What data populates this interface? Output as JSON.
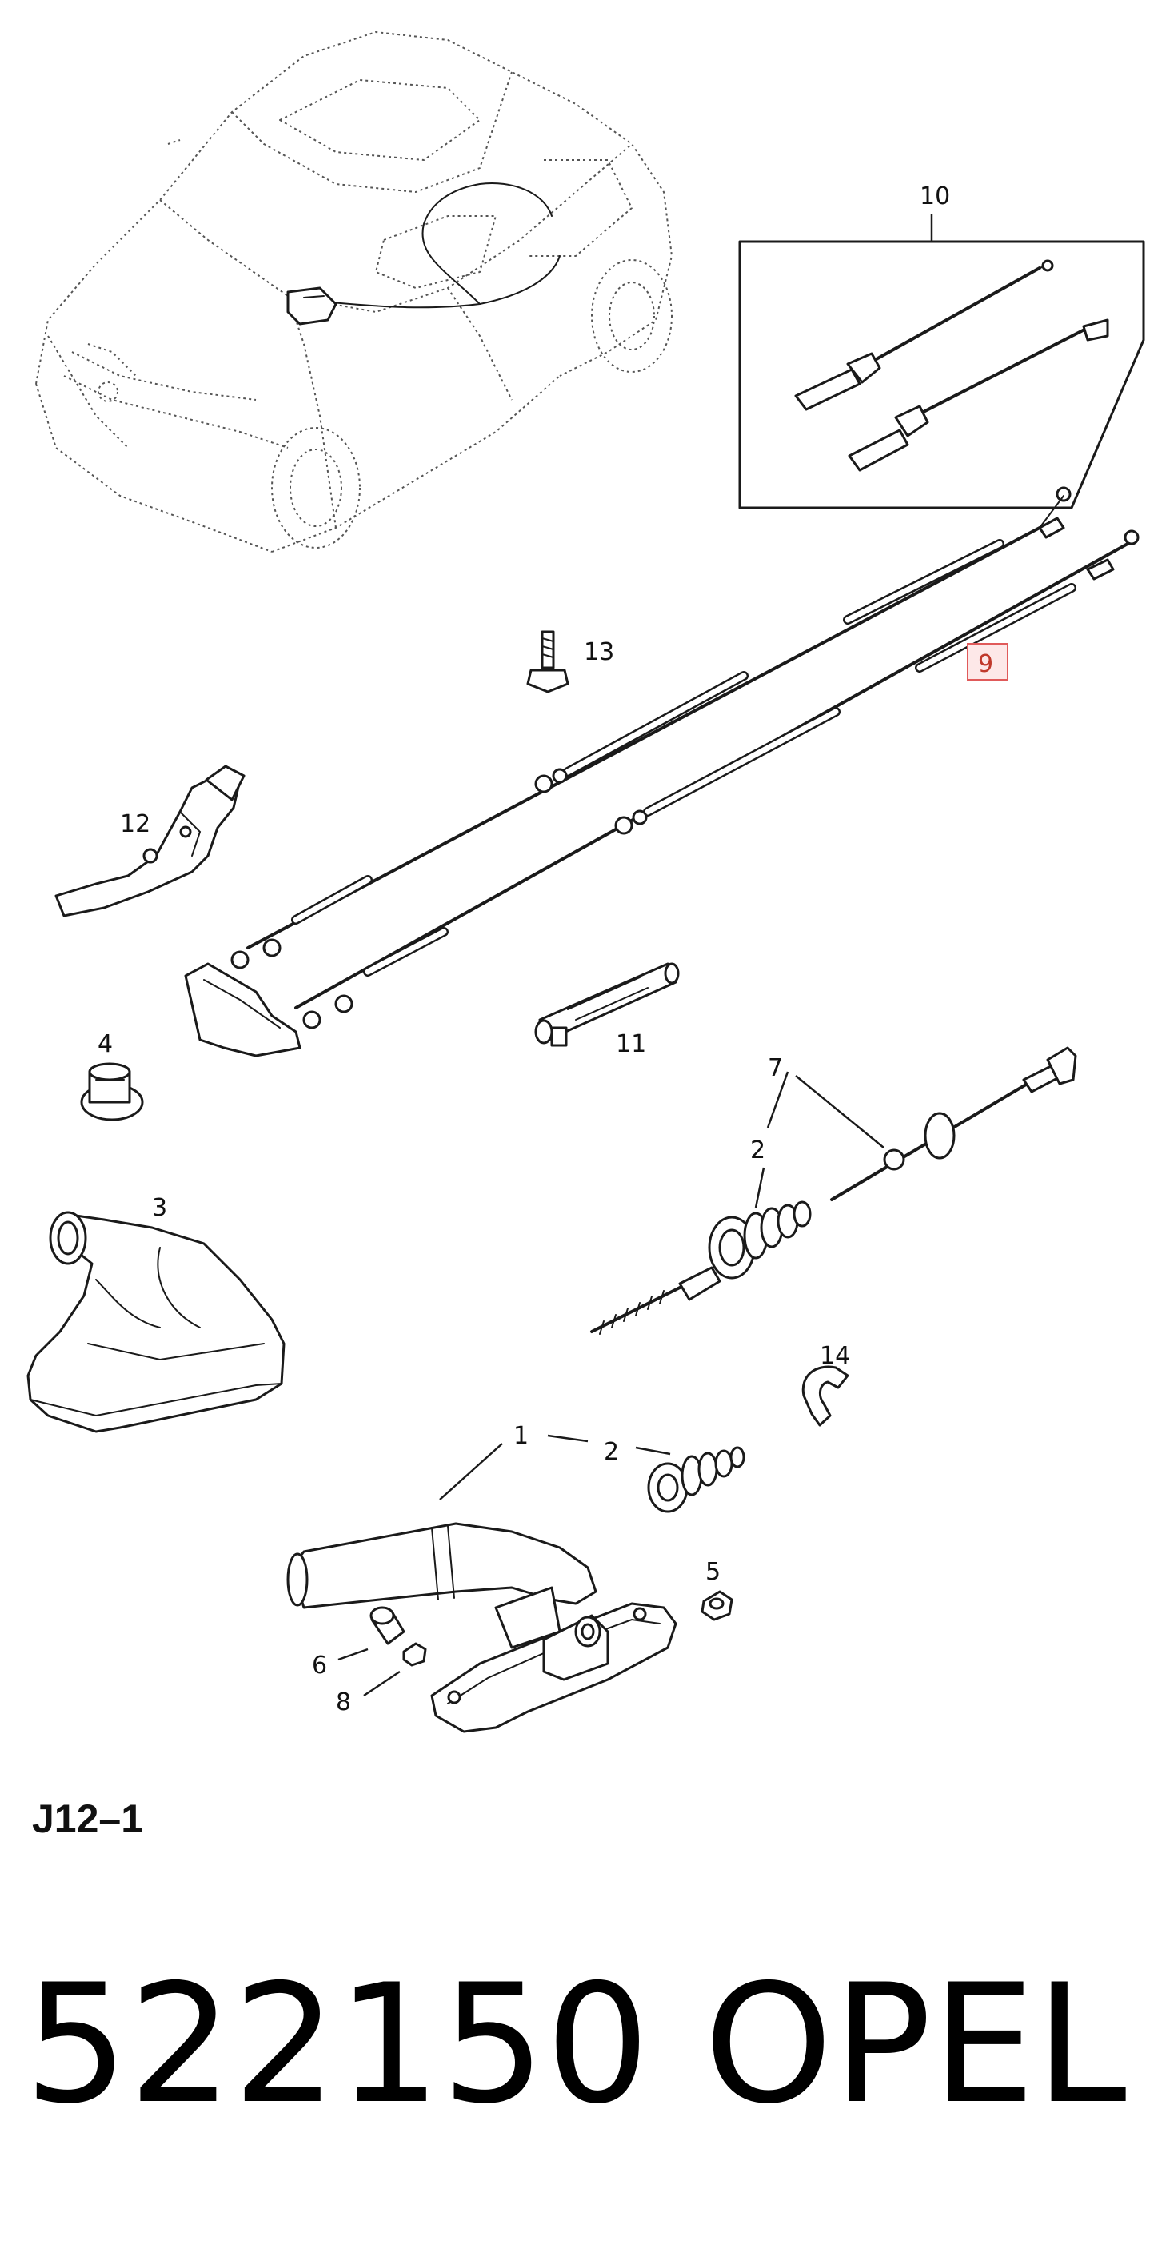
{
  "diagram_code": "J12–1",
  "part_number": "522150",
  "brand": "OPEL",
  "highlight_color": "#e05a5a",
  "callouts": {
    "c1": "1",
    "c2a": "2",
    "c2b": "2",
    "c3": "3",
    "c4": "4",
    "c5": "5",
    "c6": "6",
    "c7": "7",
    "c8": "8",
    "c9": "9",
    "c10": "10",
    "c11": "11",
    "c12": "12",
    "c13": "13",
    "c14": "14"
  },
  "highlighted_callout": "9"
}
